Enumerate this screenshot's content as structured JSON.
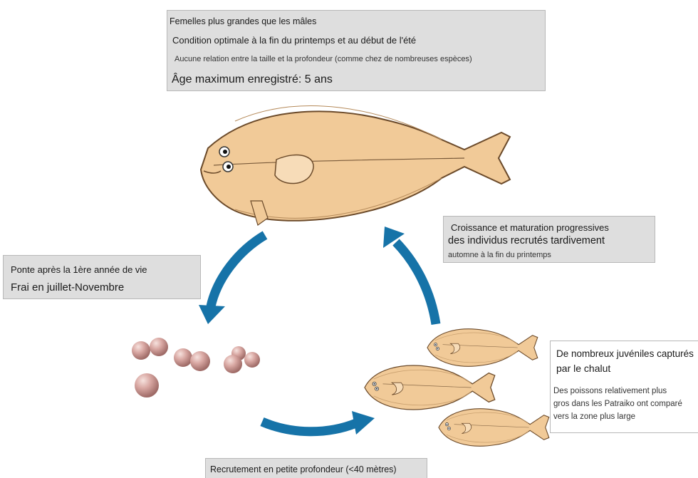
{
  "top_box": {
    "line1": "Femelles plus grandes que les mâles",
    "line2": "Condition optimale à la fin du printemps et au début de l'été",
    "line3": "Aucune relation entre la taille et la profondeur (comme chez de nombreuses espèces)",
    "line4": "Âge maximum enregistré: 5 ans"
  },
  "growth_box": {
    "line1": "Croissance et maturation progressives",
    "line2": "des individus recrutés tardivement",
    "line3": "automne à la fin du printemps"
  },
  "spawn_box": {
    "line1": "Ponte après la 1ère année de vie",
    "line2": "Frai en juillet-Novembre"
  },
  "juvenile_box": {
    "line1": "De nombreux juvéniles capturés",
    "line2": "par le chalut",
    "line3": "Des poissons relativement plus",
    "line4": "gros dans les Patraiko ont comparé",
    "line5": "vers la zone plus large"
  },
  "recruit_box": {
    "line1": "Recrutement en petite profondeur (<40 mètres)"
  },
  "colors": {
    "fish_body": "#f1ca98",
    "fish_outline": "#6b4a2a",
    "arrow": "#1673a8",
    "egg": "#c98f8b",
    "box_bg": "#dedede"
  }
}
